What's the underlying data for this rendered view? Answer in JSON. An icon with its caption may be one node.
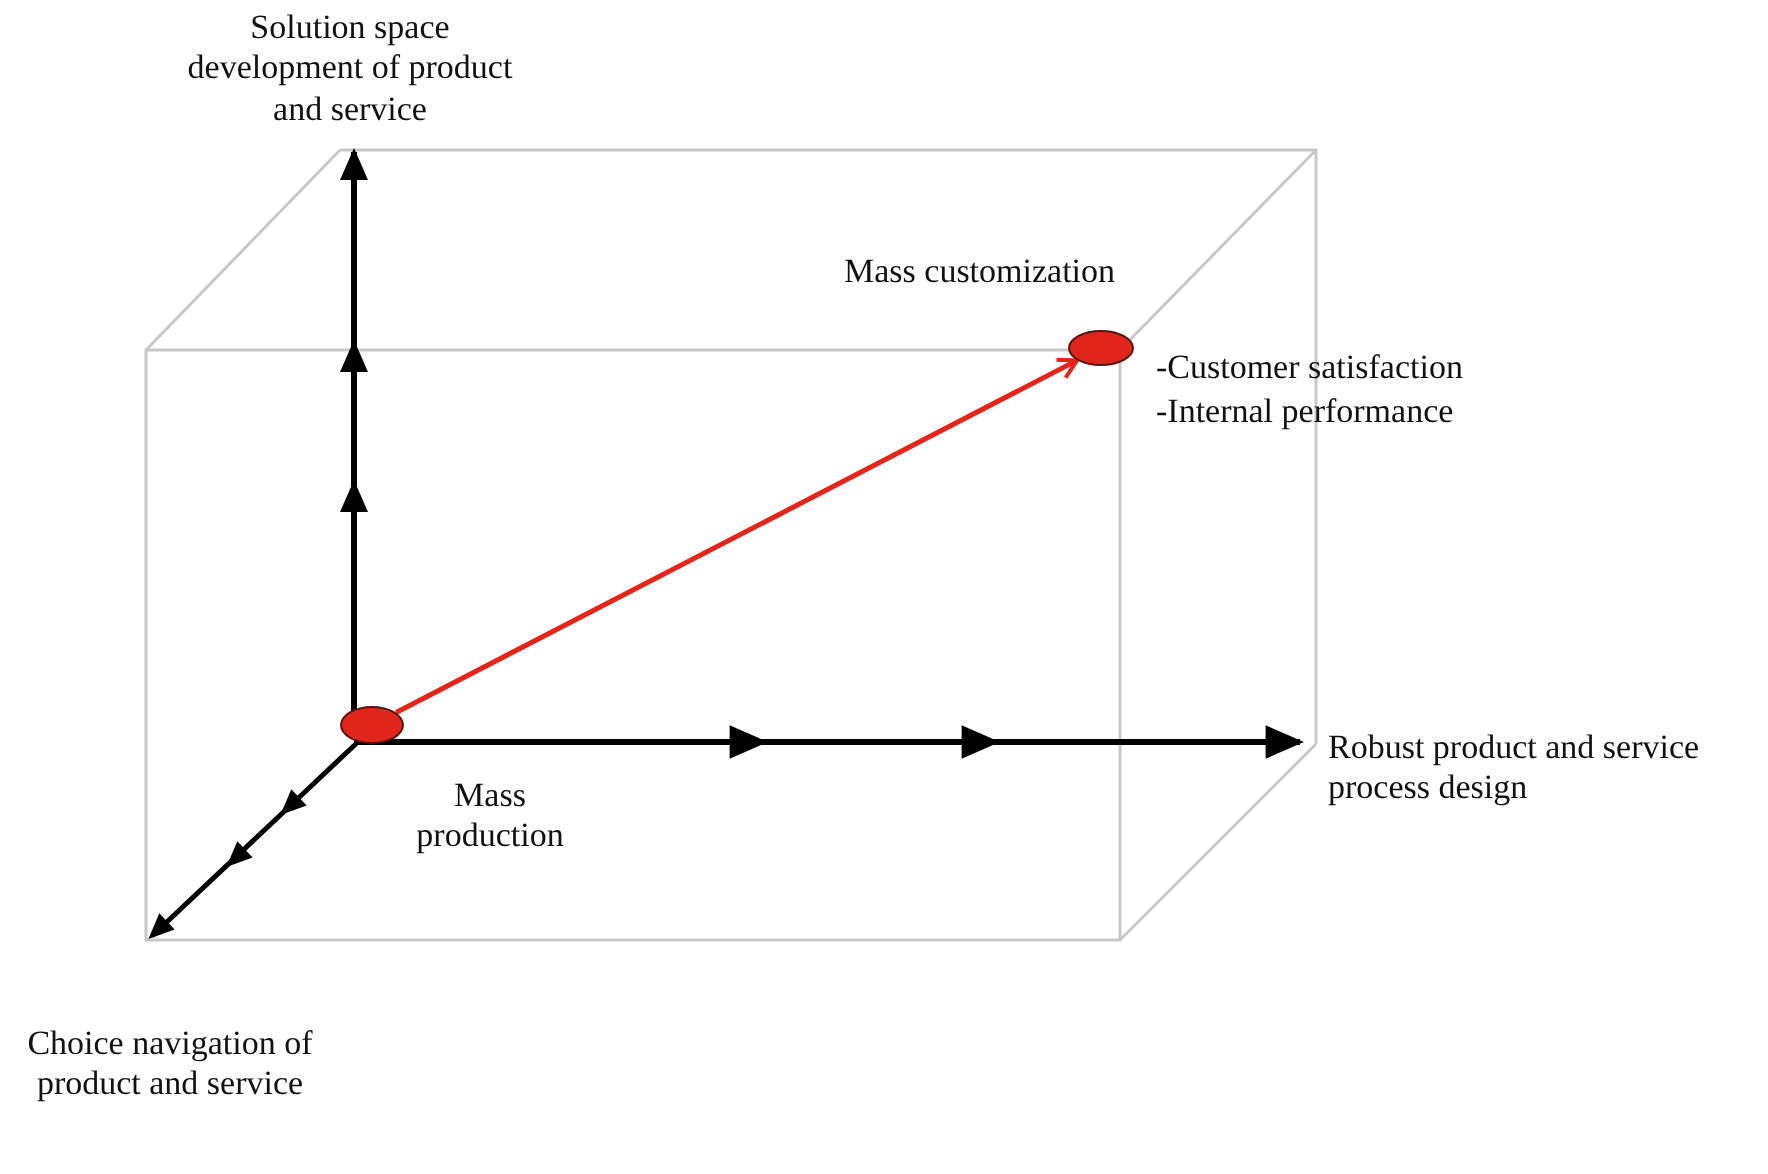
{
  "diagram": {
    "nodes": [
      {
        "text": [],
        "shape": "circle",
        "beside": [
          "Mass production"
        ]
      },
      {
        "text": [],
        "shape": "circle",
        "beside": [
          "Mass customization",
          "-Customer satisfaction",
          "-Internal performance"
        ]
      }
    ],
    "edges": [
      {
        "from": 0,
        "to": 1,
        "arrow": "to",
        "color": "#e8231a"
      }
    ],
    "labels": [
      "Solution space development of product and service",
      "Robust product and service process design",
      "Choice navigation of product and service"
    ]
  }
}
